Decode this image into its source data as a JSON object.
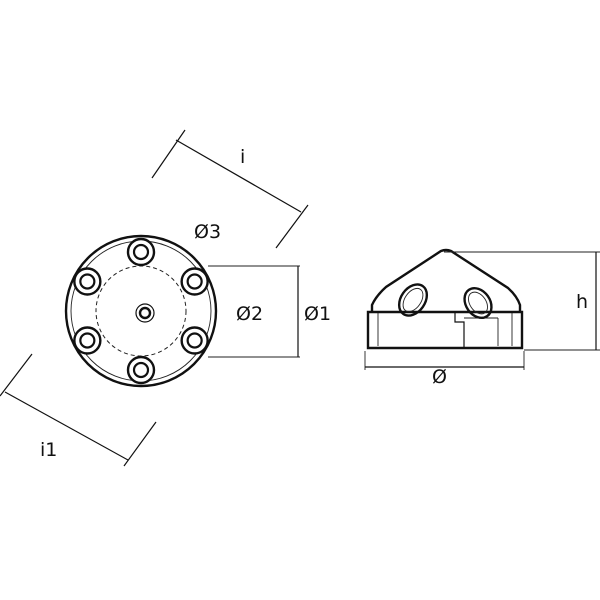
{
  "labels": {
    "i": "i",
    "i1": "i1",
    "d3": "Ø3",
    "d2": "Ø2",
    "d1": "Ø1",
    "d": "Ø",
    "h": "h"
  },
  "colors": {
    "line": "#111111",
    "background": "#ffffff"
  },
  "hole_count": 6
}
